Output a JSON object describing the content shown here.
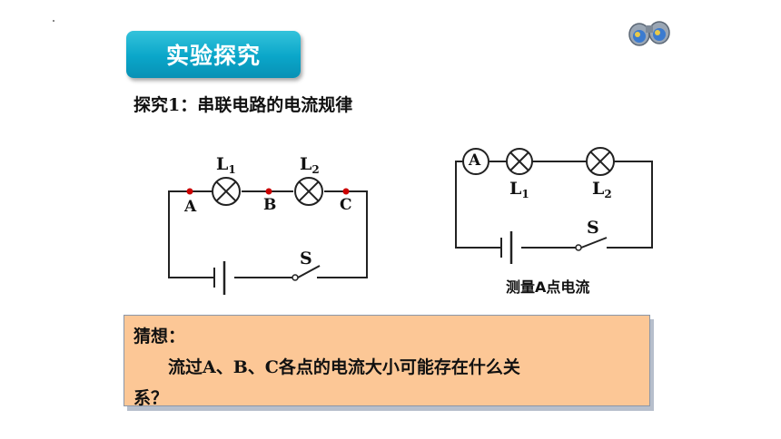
{
  "header": {
    "title": "实验探究",
    "subtitle": "探究1：串联电路的电流规律"
  },
  "circuit_left": {
    "lamp1": "L",
    "lamp1_sub": "1",
    "lamp2": "L",
    "lamp2_sub": "2",
    "point_a": "A",
    "point_b": "B",
    "point_c": "C",
    "switch": "S"
  },
  "circuit_right": {
    "meter": "A",
    "lamp1": "L",
    "lamp1_sub": "1",
    "lamp2": "L",
    "lamp2_sub": "2",
    "switch": "S",
    "caption": "测量A点电流"
  },
  "hypothesis": {
    "label": "猜想：",
    "line1": "流过A、B、C各点的电流大小可能存在什么关",
    "line2": "系？"
  },
  "colors": {
    "title_bg": "#0aa6c9",
    "point_marker": "#cc0000",
    "hypothesis_bg": "#fcc796"
  },
  "icons": {
    "binoculars": "binoculars-icon"
  }
}
